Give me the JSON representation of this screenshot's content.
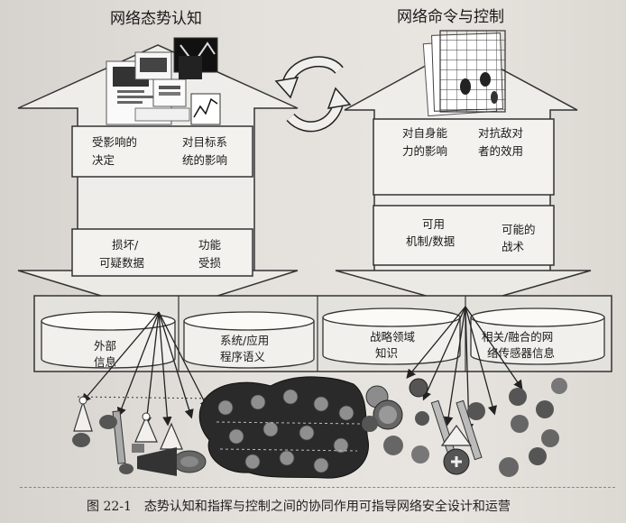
{
  "titles": {
    "left": "网络态势认知",
    "right": "网络命令与控制"
  },
  "left_upper_box": {
    "col1_line1": "受影响的",
    "col1_line2": "决定",
    "col2_line1": "对目标系",
    "col2_line2": "统的影响"
  },
  "left_lower_box": {
    "col1_line1": "损坏/",
    "col1_line2": "可疑数据",
    "col2_line1": "功能",
    "col2_line2": "受损"
  },
  "right_upper_box": {
    "col1_line1": "对自身能",
    "col1_line2": "力的影响",
    "col2_line1": "对抗敌对",
    "col2_line2": "者的效用"
  },
  "right_lower_box": {
    "col1_line1": "可用",
    "col1_line2": "机制/数据",
    "col2_line1": "可能的",
    "col2_line2": "战术"
  },
  "databases": [
    {
      "line1": "外部",
      "line2": "信息"
    },
    {
      "line1": "系统/应用",
      "line2": "程序语义"
    },
    {
      "line1": "战略领域",
      "line2": "知识"
    },
    {
      "line1": "相关/融合的网",
      "line2": "络传感器信息"
    }
  ],
  "caption": {
    "number": "图 22-1",
    "text": "态势认知和指挥与控制之间的协同作用可指导网络安全设计和运营"
  }
}
